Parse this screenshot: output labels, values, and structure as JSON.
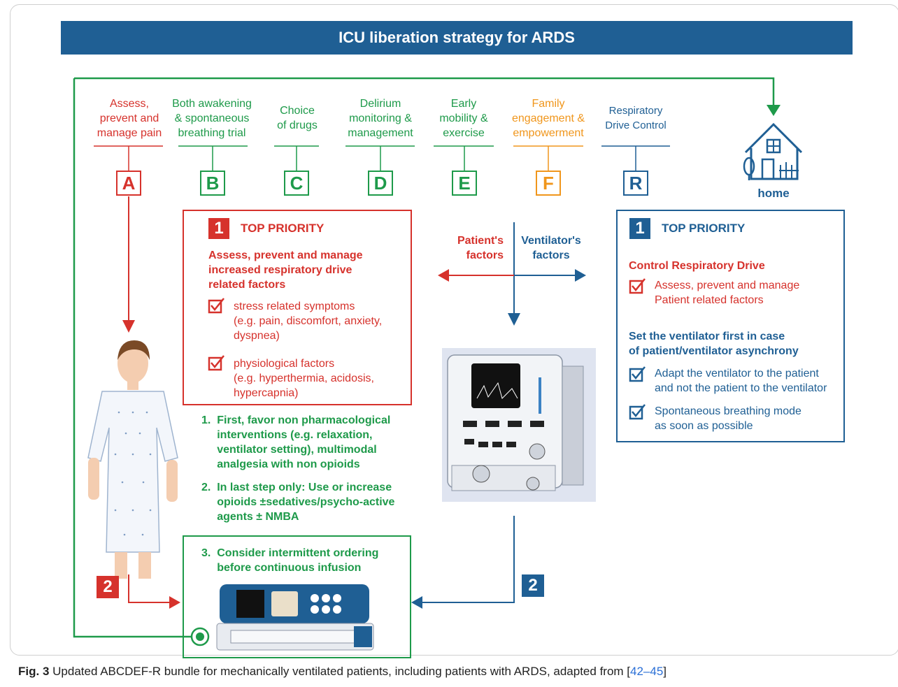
{
  "title": "ICU liberation strategy for ARDS",
  "columns": [
    {
      "id": "A",
      "label": "Assess,\nprevent and\nmanage pain",
      "color": "#d6322c"
    },
    {
      "id": "B",
      "label": "Both awakening\n& spontaneous\nbreathing trial",
      "color": "#1e9a4a"
    },
    {
      "id": "C",
      "label": "Choice\nof drugs",
      "color": "#1e9a4a"
    },
    {
      "id": "D",
      "label": "Delirium\nmonitoring &\nmanagement",
      "color": "#1e9a4a"
    },
    {
      "id": "E",
      "label": "Early\nmobility &\nexercise",
      "color": "#1e9a4a"
    },
    {
      "id": "F",
      "label": "Family\nengagement &\nempowerment",
      "color": "#f0961c"
    },
    {
      "id": "R",
      "label": "Respiratory\nDrive Control",
      "color": "#1f5f94"
    }
  ],
  "home_label": "home",
  "left_box": {
    "badge": "1",
    "heading": "TOP PRIORITY",
    "subheading": "Assess, prevent and manage\nincreased respiratory drive\nrelated factors",
    "items": [
      "stress related symptoms\n(e.g. pain, discomfort, anxiety,\ndyspnea)",
      "physiological factors\n(e.g. hyperthermia, acidosis,\nhypercapnia)"
    ]
  },
  "axis": {
    "patient": "Patient's\nfactors",
    "ventilator": "Ventilator's\nfactors"
  },
  "steps": [
    "1.  First, favor non pharmacological\n     interventions (e.g. relaxation,\n     ventilator setting), multimodal\n     analgesia with non opioids",
    "2.  In last step only: Use or increase\n     opioids ±sedatives/psycho-active\n     agents ± NMBA",
    "3.  Consider intermittent ordering\n     before continuous infusion"
  ],
  "right_box": {
    "badge": "1",
    "heading": "TOP PRIORITY",
    "section1_title": "Control Respiratory Drive",
    "section1_items": [
      "Assess, prevent and manage\nPatient related factors"
    ],
    "section2_title": "Set the ventilator first in case\nof patient/ventilator asynchrony",
    "section2_items": [
      "Adapt the ventilator to the patient\nand not the patient to the ventilator",
      "Spontaneous breathing mode\nas soon as possible"
    ]
  },
  "badge2_left": "2",
  "badge2_right": "2",
  "caption": {
    "label": "Fig. 3",
    "text": "  Updated ABCDEF-R bundle for mechanically ventilated patients, including patients with ARDS, adapted from [",
    "ref": "42–45",
    "end": "]"
  },
  "colors": {
    "red": "#d6322c",
    "green": "#1e9a4a",
    "orange": "#f0961c",
    "blue": "#1f5f94"
  }
}
